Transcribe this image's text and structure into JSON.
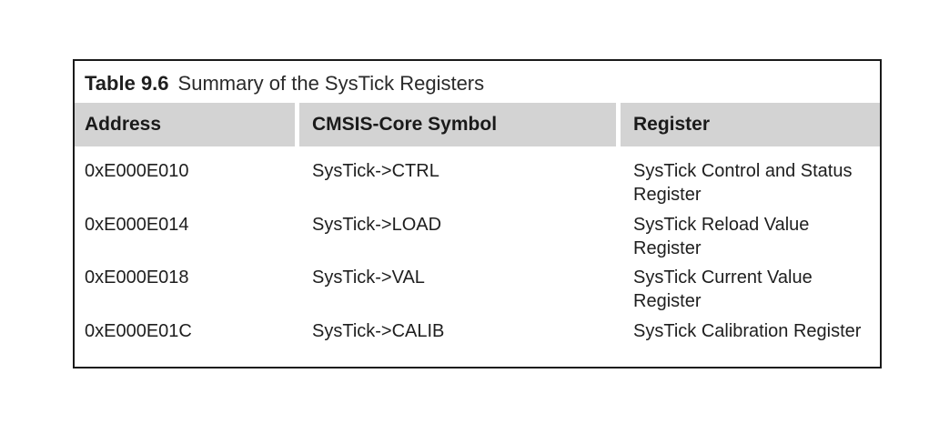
{
  "table": {
    "caption_number": "Table 9.6",
    "caption_text": "Summary of the SysTick Registers",
    "headers": [
      "Address",
      "CMSIS-Core Symbol",
      "Register"
    ],
    "rows": [
      {
        "address": "0xE000E010",
        "symbol": "SysTick->CTRL",
        "register": "SysTick Control and Status Register"
      },
      {
        "address": "0xE000E014",
        "symbol": "SysTick->LOAD",
        "register": "SysTick Reload Value Register"
      },
      {
        "address": "0xE000E018",
        "symbol": "SysTick->VAL",
        "register": "SysTick Current Value Register"
      },
      {
        "address": "0xE000E01C",
        "symbol": "SysTick->CALIB",
        "register": "SysTick Calibration Register"
      }
    ],
    "colors": {
      "header_background": "#d3d3d3",
      "border": "#1a1a1a",
      "text": "#1e1e1e"
    }
  }
}
